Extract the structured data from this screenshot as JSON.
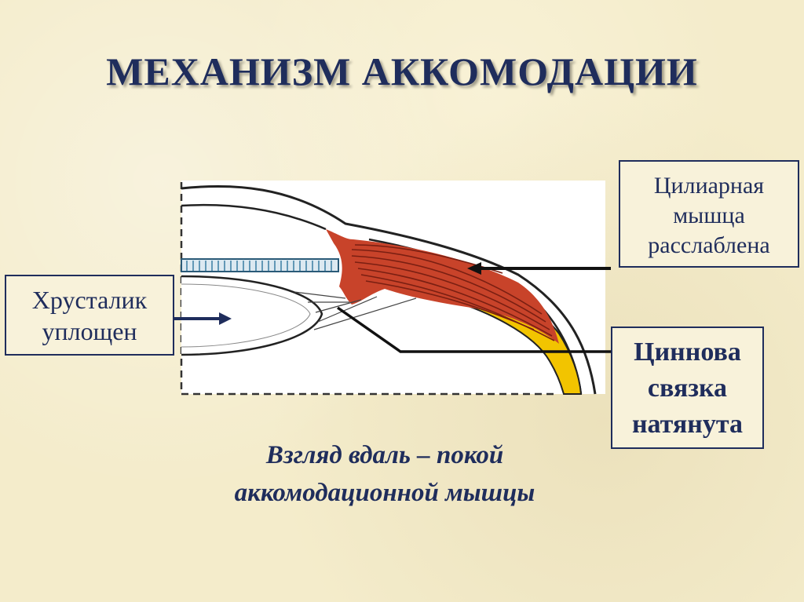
{
  "title": "МЕХАНИЗМ АККОМОДАЦИИ",
  "labels": {
    "lens": [
      "Хрусталик",
      "уплощен"
    ],
    "ciliary_muscle": [
      "Цилиарная",
      "мышца",
      "расслаблена"
    ],
    "zonule": [
      "Циннова",
      "связка",
      "натянута"
    ]
  },
  "caption": [
    "Взгляд вдаль – покой",
    "аккомодационной мышцы"
  ],
  "colors": {
    "title": "#1f2d5c",
    "muscle": "#c8432a",
    "muscle_fibers": "#7a1f12",
    "choroid": "#f2c400",
    "background": "#f4eccb"
  }
}
